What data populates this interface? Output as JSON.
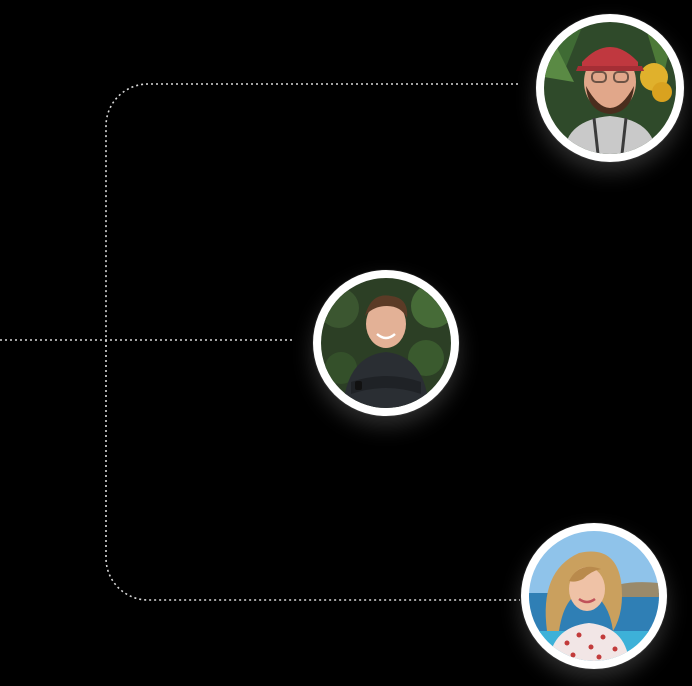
{
  "diagram": {
    "background_color": "#000000",
    "connector_color": "#ffffff",
    "ring_color": "#ffffff",
    "nodes": [
      {
        "id": "top",
        "icon": "person-red-cap-beard-avatar"
      },
      {
        "id": "middle",
        "icon": "person-dark-shirt-arms-crossed-avatar"
      },
      {
        "id": "bottom",
        "icon": "person-blonde-seaside-avatar"
      }
    ]
  }
}
